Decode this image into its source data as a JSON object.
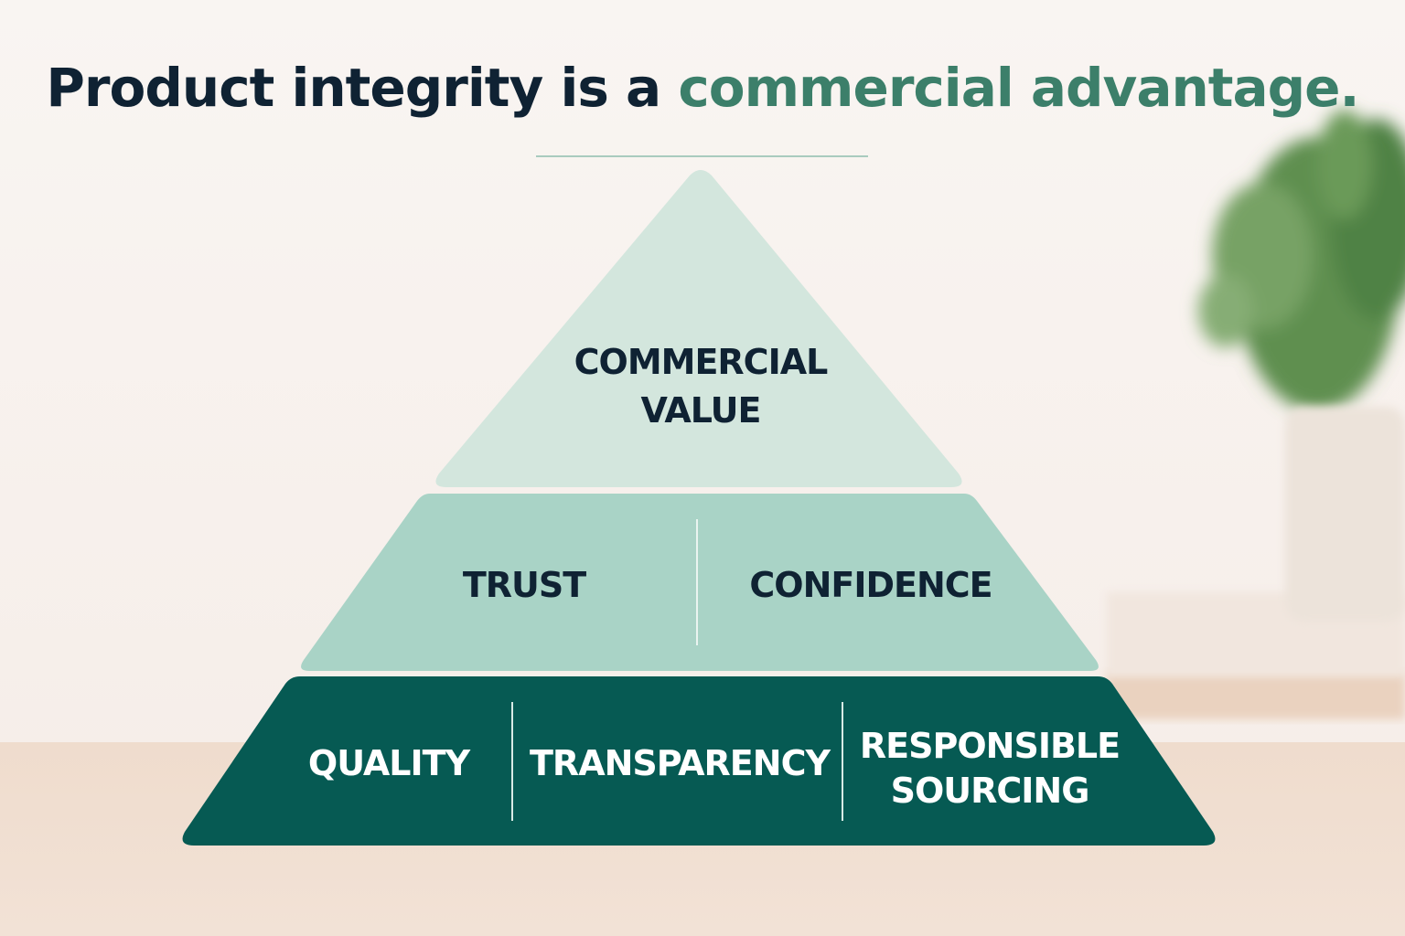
{
  "title": {
    "prefix": "Product integrity is a ",
    "accent": "commercial advantage."
  },
  "pyramid": {
    "top": {
      "line1": "COMMERCIAL",
      "line2": "VALUE"
    },
    "middle": [
      "TRUST",
      "CONFIDENCE"
    ],
    "base": [
      {
        "line1": "QUALITY"
      },
      {
        "line1": "TRANSPARENCY"
      },
      {
        "line1": "RESPONSIBLE",
        "line2": "SOURCING"
      }
    ]
  },
  "colors": {
    "top_tier": "#d3e6dd",
    "middle_tier": "#a9d3c6",
    "base_tier": "#065a53",
    "title_dark": "#0f2233",
    "title_accent": "#3c7f6a",
    "background": "#f8f3f0"
  }
}
